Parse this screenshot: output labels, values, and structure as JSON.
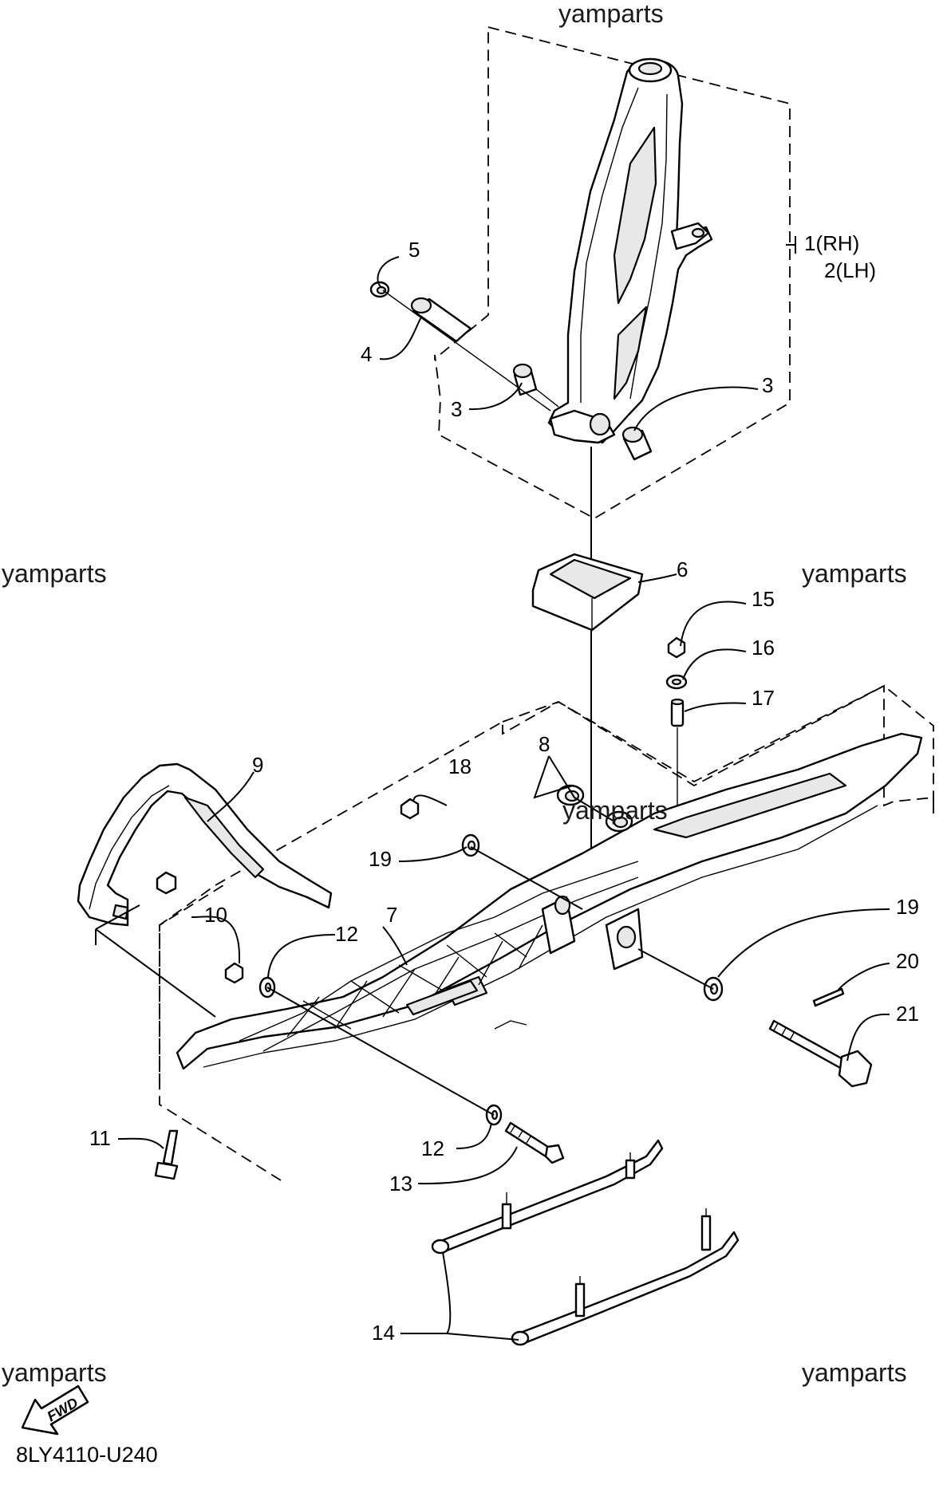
{
  "diagram": {
    "watermarks": {
      "top": "yamparts",
      "mid_left": "yamparts",
      "mid_right": "yamparts",
      "center": "yamparts",
      "bottom_left": "yamparts",
      "bottom_right": "yamparts"
    },
    "callouts": {
      "c1": "1(RH)",
      "c2": "2(LH)",
      "c3a": "3",
      "c3b": "3",
      "c4": "4",
      "c5": "5",
      "c6": "6",
      "c7": "7",
      "c8": "8",
      "c9": "9",
      "c10": "10",
      "c11": "11",
      "c12a": "12",
      "c12b": "12",
      "c13": "13",
      "c14": "14",
      "c15": "15",
      "c16": "16",
      "c17": "17",
      "c18": "18",
      "c19a": "19",
      "c19b": "19",
      "c20": "20",
      "c21": "21"
    },
    "fwd_label": "FWD",
    "diagram_code": "8LY4110-U240"
  }
}
